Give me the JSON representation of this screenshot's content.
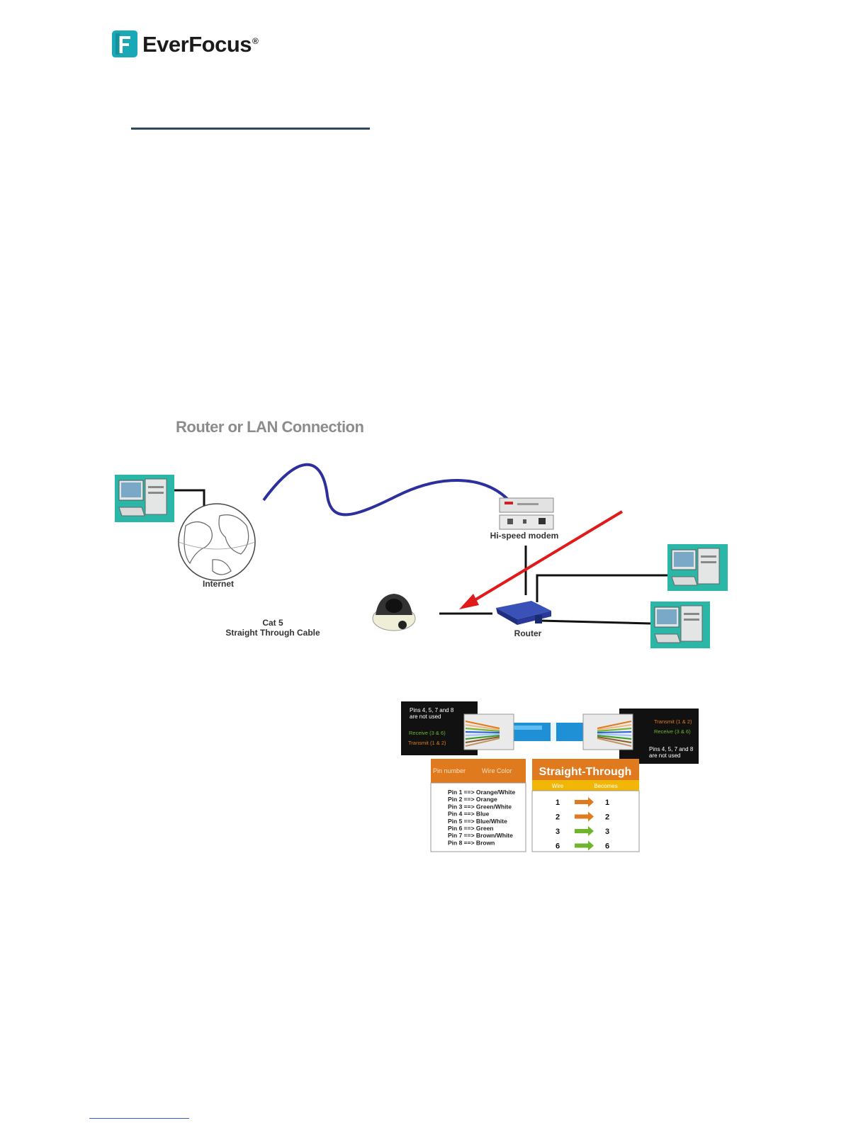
{
  "header": {
    "brand": "EverFocus",
    "registered": "®"
  },
  "diagram": {
    "title": "Router or LAN Connection",
    "internet_label": "Internet",
    "modem_label": "Hi-speed modem",
    "router_label": "Router",
    "cable_label_line1": "Cat 5",
    "cable_label_line2": "Straight Through Cable"
  },
  "cable_panel": {
    "left_callout_top": [
      "Pins 4, 5, 7 and 8",
      "are not used"
    ],
    "left_receive": "Receive (3 & 6)",
    "left_transmit": "Transmit (1 & 2)",
    "right_transmit": "Transmit (1 & 2)",
    "right_receive": "Receive (3 & 6)",
    "right_callout_bottom": [
      "Pins 4, 5, 7 and 8",
      "are not used"
    ],
    "pin_table": {
      "header_left": "Pin number",
      "header_right": "Wire Color",
      "rows": [
        "Pin 1 ==> Orange/White",
        "Pin 2 ==> Orange",
        "Pin 3 ==> Green/White",
        "Pin 4 ==> Blue",
        "Pin 5 ==> Blue/White",
        "Pin 6 ==> Green",
        "Pin 7 ==> Brown/White",
        "Pin 8 ==> Brown"
      ]
    },
    "straight_through": {
      "title": "Straight-Through",
      "col_wire": "Wire",
      "col_becomes": "Becomes",
      "rows": [
        {
          "wire": "1",
          "becomes": "1",
          "color": "orange"
        },
        {
          "wire": "2",
          "becomes": "2",
          "color": "orange"
        },
        {
          "wire": "3",
          "becomes": "3",
          "color": "green"
        },
        {
          "wire": "6",
          "becomes": "6",
          "color": "green"
        }
      ]
    }
  },
  "colors": {
    "brand_teal": "#19a8b6",
    "arrow_red": "#e01a1a",
    "orange": "#e07a1f",
    "green": "#6fb52c",
    "cable_blue": "#2c2f9c"
  }
}
